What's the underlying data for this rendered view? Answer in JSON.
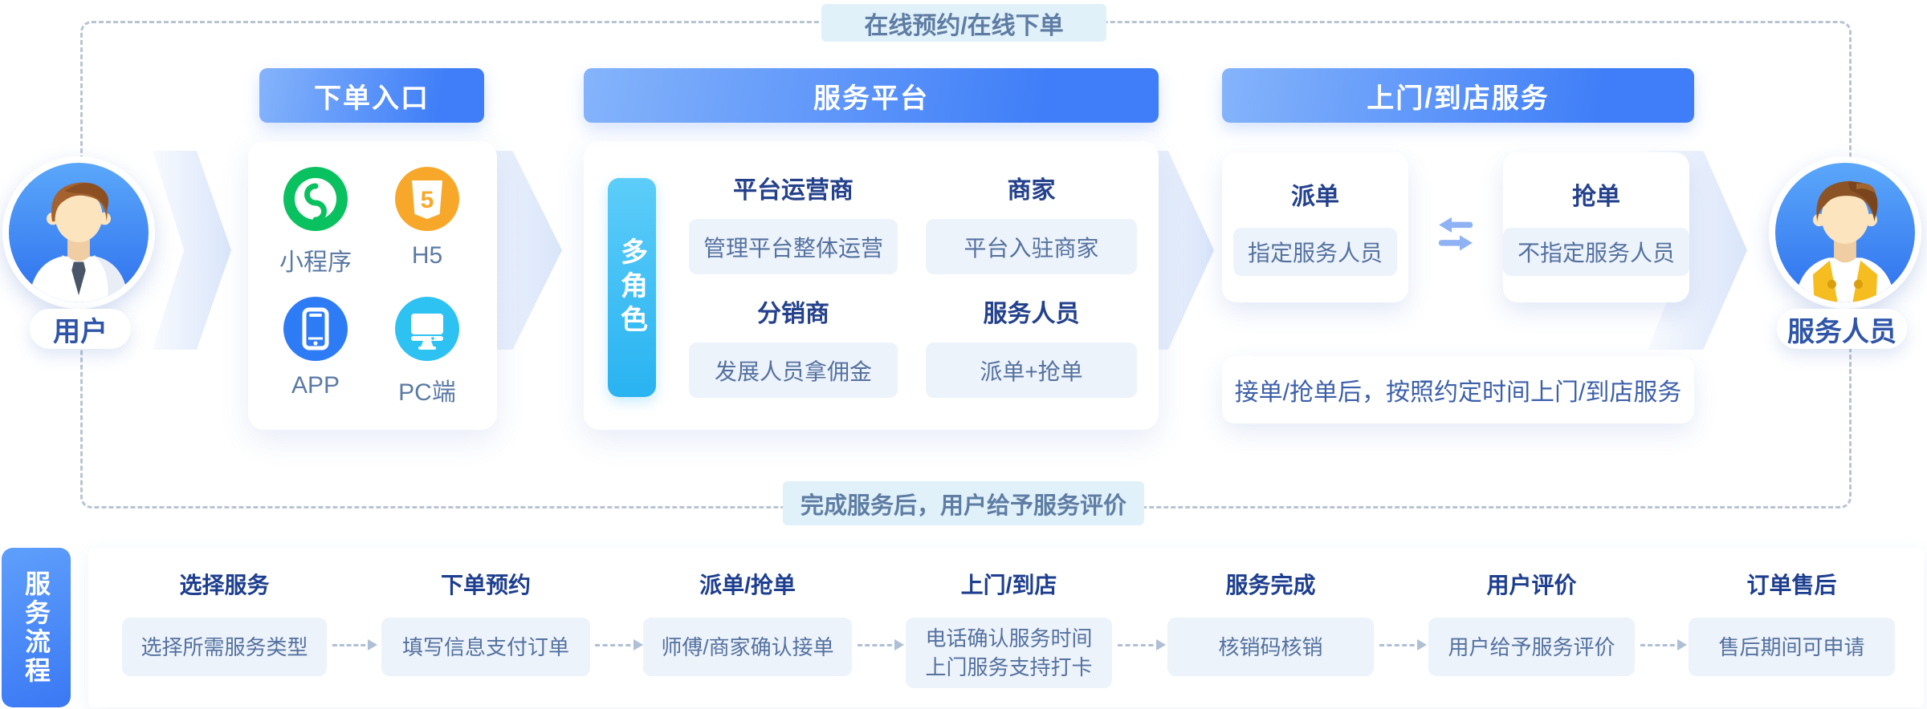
{
  "badges": {
    "top": "在线预约/在线下单",
    "bottom": "完成服务后，用户给予服务评价"
  },
  "actors": {
    "user": {
      "label": "用户"
    },
    "staff": {
      "label": "服务人员"
    }
  },
  "entry": {
    "title": "下单入口",
    "channels": [
      {
        "label": "小程序",
        "icon": "wechat-miniprogram-icon",
        "color": "#0ac160"
      },
      {
        "label": "H5",
        "icon": "html5-icon",
        "color": "#f7a82a"
      },
      {
        "label": "APP",
        "icon": "mobile-app-icon",
        "color": "#2e7cf5"
      },
      {
        "label": "PC端",
        "icon": "desktop-pc-icon",
        "color": "#2ec2f2"
      }
    ]
  },
  "platform": {
    "title": "服务平台",
    "side_label": "多角色",
    "roles": [
      {
        "title": "平台运营商",
        "desc": "管理平台整体运营"
      },
      {
        "title": "商家",
        "desc": "平台入驻商家"
      },
      {
        "title": "分销商",
        "desc": "发展人员拿佣金"
      },
      {
        "title": "服务人员",
        "desc": "派单+抢单"
      }
    ]
  },
  "service": {
    "title": "上门/到店服务",
    "modes": [
      {
        "title": "派单",
        "desc": "指定服务人员"
      },
      {
        "title": "抢单",
        "desc": "不指定服务人员"
      }
    ],
    "note": "接单/抢单后，按照约定时间上门/到店服务"
  },
  "process": {
    "label": "服务流程",
    "steps": [
      {
        "title": "选择服务",
        "lines": [
          "选择所需服务类型"
        ]
      },
      {
        "title": "下单预约",
        "lines": [
          "填写信息支付订单"
        ]
      },
      {
        "title": "派单/抢单",
        "lines": [
          "师傅/商家确认接单"
        ]
      },
      {
        "title": "上门/到店",
        "lines": [
          "电话确认服务时间",
          "上门服务支持打卡"
        ]
      },
      {
        "title": "服务完成",
        "lines": [
          "核销码核销"
        ]
      },
      {
        "title": "用户评价",
        "lines": [
          "用户给予服务评价"
        ]
      },
      {
        "title": "订单售后",
        "lines": [
          "售后期间可申请"
        ]
      }
    ]
  },
  "icons": {
    "h5_glyph": "5"
  },
  "colors": {
    "header_gradient": [
      "#85b4fb",
      "#3f7ef8"
    ],
    "side_pill_gradient": [
      "#5dcdf9",
      "#29b3f1"
    ],
    "process_pill_gradient": [
      "#5f9ffb",
      "#3a78f4"
    ],
    "badge_bg": "#e0f1f9",
    "badge_text": "#5f7da4",
    "role_title_text": "#24418c",
    "desc_text": "#54719f",
    "desc_box_bg": "#edf3fb",
    "avatar_bg_gradient": [
      "#5ba7fa",
      "#2e71ee"
    ],
    "arrow_fill": "#d9e5fa",
    "swap_icon": "#8fb2f4",
    "dashed_line": "#b9c4d3"
  }
}
